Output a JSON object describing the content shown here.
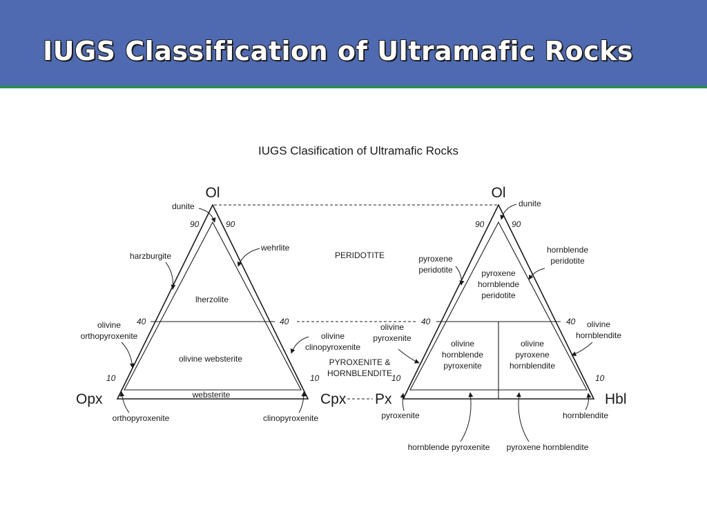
{
  "slide": {
    "title": "IUGS Classification of Ultramafic Rocks",
    "colors": {
      "header_bg": "#4f6ab1",
      "header_rule": "#2e8b57",
      "title_text": "#ffffff"
    }
  },
  "figure": {
    "title": "IUGS Clasification of Ultramafic Rocks",
    "left_diagram": {
      "vertices": {
        "top": "Ol",
        "left": "Opx",
        "right": "Cpx"
      },
      "ticks": {
        "t90_left": "90",
        "t90_right": "90",
        "t40_left": "40",
        "t40_right": "40",
        "t10_left": "10",
        "t10_right": "10"
      },
      "fields": {
        "lherzolite": "lherzolite",
        "olivine_websterite": "olivine websterite",
        "websterite": "websterite"
      },
      "callouts": {
        "dunite": "dunite",
        "harzburgite": "harzburgite",
        "wehrlite": "wehrlite",
        "olivine_orthopyroxenite": [
          "olivine",
          "orthopyroxenite"
        ],
        "olivine_clinopyroxenite": [
          "olivine",
          "clinopyroxenite"
        ],
        "orthopyroxenite": "orthopyroxenite",
        "clinopyroxenite": "clinopyroxenite"
      }
    },
    "middle": {
      "peridotite": "PERIDOTITE",
      "pyroxenite_hornblendite": [
        "PYROXENITE &",
        "HORNBLENDITE"
      ]
    },
    "right_diagram": {
      "vertices": {
        "top": "Ol",
        "left": "Px",
        "right": "Hbl"
      },
      "ticks": {
        "t90_left": "90",
        "t90_right": "90",
        "t40_left": "40",
        "t40_right": "40",
        "t10_left": "10",
        "t10_right": "10"
      },
      "fields": {
        "pyroxene_hornblende_peridotite": [
          "pyroxene",
          "hornblende",
          "peridotite"
        ],
        "olivine_hornblende_pyroxenite": [
          "olivine",
          "hornblende",
          "pyroxenite"
        ],
        "olivine_pyroxene_hornblendite": [
          "olivine",
          "pyroxene",
          "hornblendite"
        ]
      },
      "callouts": {
        "dunite": "dunite",
        "pyroxene_peridotite": [
          "pyroxene",
          "peridotite"
        ],
        "hornblende_peridotite": [
          "hornblende",
          "peridotite"
        ],
        "olivine_pyroxenite": [
          "olivine",
          "pyroxenite"
        ],
        "olivine_hornblendite": [
          "olivine",
          "hornblendite"
        ],
        "pyroxenite": "pyroxenite",
        "hornblendite": "hornblendite",
        "hornblende_pyroxenite": "hornblende pyroxenite",
        "pyroxene_hornblendite": "pyroxene hornblendite"
      }
    }
  }
}
